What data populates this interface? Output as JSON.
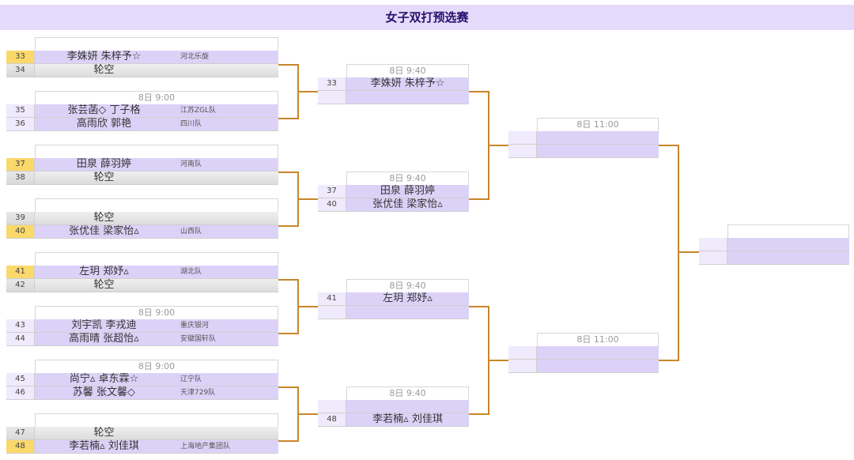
{
  "title": "女子双打预选赛",
  "rounds": [
    {
      "matches": [
        {
          "time": "",
          "rows": [
            {
              "seed": "33",
              "name": "李姝妍 朱梓予☆",
              "team": "河北乐旋",
              "type": "seed"
            },
            {
              "seed": "34",
              "name": "轮空",
              "team": "",
              "type": "bye"
            }
          ]
        },
        {
          "time": "8日 9:00",
          "rows": [
            {
              "seed": "35",
              "name": "张芸菡◇ 丁子格",
              "team": "江苏ZGL队",
              "type": "normal"
            },
            {
              "seed": "36",
              "name": "高雨欣 郭艳",
              "team": "四川队",
              "type": "normal"
            }
          ]
        },
        {
          "time": "",
          "rows": [
            {
              "seed": "37",
              "name": "田泉 薛羽婷",
              "team": "河南队",
              "type": "seed"
            },
            {
              "seed": "38",
              "name": "轮空",
              "team": "",
              "type": "bye"
            }
          ]
        },
        {
          "time": "",
          "rows": [
            {
              "seed": "39",
              "name": "轮空",
              "team": "",
              "type": "bye"
            },
            {
              "seed": "40",
              "name": "张优佳 梁家怡▵",
              "team": "山西队",
              "type": "seed"
            }
          ]
        },
        {
          "time": "",
          "rows": [
            {
              "seed": "41",
              "name": "左玥 郑妤▵",
              "team": "湖北队",
              "type": "seed"
            },
            {
              "seed": "42",
              "name": "轮空",
              "team": "",
              "type": "bye"
            }
          ]
        },
        {
          "time": "8日 9:00",
          "rows": [
            {
              "seed": "43",
              "name": "刘宇凯 李戎迪",
              "team": "重庆银河",
              "type": "normal"
            },
            {
              "seed": "44",
              "name": "高雨晴 张超怡▵",
              "team": "安徽国轩队",
              "type": "normal"
            }
          ]
        },
        {
          "time": "8日 9:00",
          "rows": [
            {
              "seed": "45",
              "name": "尚宁▵ 卓东霖☆",
              "team": "辽宁队",
              "type": "normal"
            },
            {
              "seed": "46",
              "name": "苏馨 张文馨◇",
              "team": "天津729队",
              "type": "normal"
            }
          ]
        },
        {
          "time": "",
          "rows": [
            {
              "seed": "47",
              "name": "轮空",
              "team": "",
              "type": "bye"
            },
            {
              "seed": "48",
              "name": "李若楠▵ 刘佳琪",
              "team": "上海地产集团队",
              "type": "seed"
            }
          ]
        }
      ]
    },
    {
      "matches": [
        {
          "time": "8日 9:40",
          "rows": [
            {
              "seed": "33",
              "name": "李姝妍 朱梓予☆",
              "team": "",
              "type": "normal"
            },
            {
              "seed": "",
              "name": "",
              "team": "",
              "type": "normal"
            }
          ]
        },
        {
          "time": "8日 9:40",
          "rows": [
            {
              "seed": "37",
              "name": "田泉 薛羽婷",
              "team": "",
              "type": "normal"
            },
            {
              "seed": "40",
              "name": "张优佳 梁家怡▵",
              "team": "",
              "type": "normal"
            }
          ]
        },
        {
          "time": "8日 9:40",
          "rows": [
            {
              "seed": "41",
              "name": "左玥 郑妤▵",
              "team": "",
              "type": "normal"
            },
            {
              "seed": "",
              "name": "",
              "team": "",
              "type": "normal"
            }
          ]
        },
        {
          "time": "8日 9:40",
          "rows": [
            {
              "seed": "",
              "name": "",
              "team": "",
              "type": "normal"
            },
            {
              "seed": "48",
              "name": "李若楠▵ 刘佳琪",
              "team": "",
              "type": "normal"
            }
          ]
        }
      ]
    },
    {
      "matches": [
        {
          "time": "8日 11:00",
          "rows": [
            {
              "seed": "",
              "name": "",
              "team": "",
              "type": "normal"
            },
            {
              "seed": "",
              "name": "",
              "team": "",
              "type": "normal"
            }
          ]
        },
        {
          "time": "8日 11:00",
          "rows": [
            {
              "seed": "",
              "name": "",
              "team": "",
              "type": "normal"
            },
            {
              "seed": "",
              "name": "",
              "team": "",
              "type": "normal"
            }
          ]
        }
      ]
    },
    {
      "matches": [
        {
          "time": "",
          "rows": [
            {
              "seed": "",
              "name": "",
              "team": "",
              "type": "normal"
            },
            {
              "seed": "",
              "name": "",
              "team": "",
              "type": "normal"
            }
          ]
        }
      ]
    }
  ]
}
